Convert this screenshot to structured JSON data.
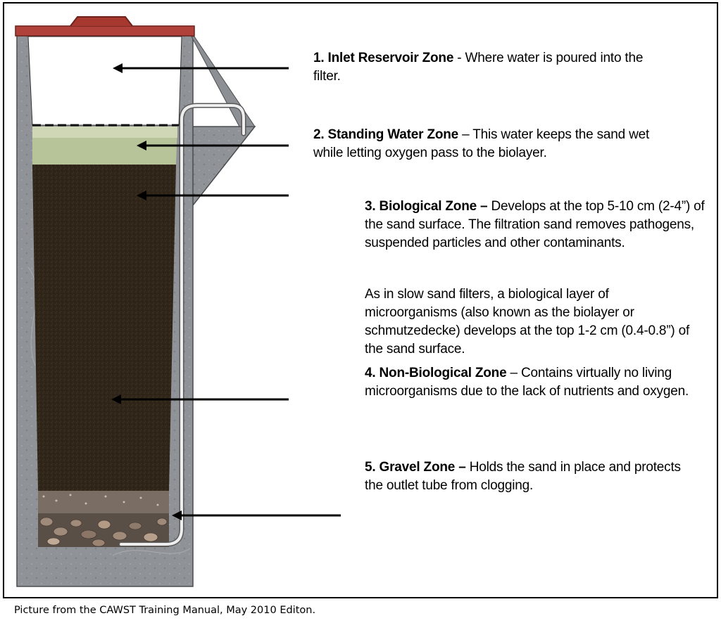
{
  "zones": [
    {
      "title": "1. Inlet Reservoir Zone",
      "separator": " - ",
      "desc": "Where water is poured into the filter."
    },
    {
      "title": "2. Standing Water Zone",
      "separator": " – ",
      "desc": "This water keeps the sand wet while letting oxygen pass to the biolayer."
    },
    {
      "title": "3. Biological Zone –",
      "separator": " ",
      "desc": "Develops at the top 5-10 cm (2-4”) of the sand surface. The filtration sand removes pathogens, suspended particles and other contaminants.",
      "extra": "As in slow sand filters, a biological layer of microorganisms (also known as the biolayer or schmutzedecke) develops at the top 1-2 cm (0.4-0.8”) of the sand surface."
    },
    {
      "title": "4. Non-Biological Zone",
      "separator": " – ",
      "desc": "Contains virtually no living microorganisms due to the lack of nutrients and oxygen."
    },
    {
      "title": "5. Gravel Zone –",
      "separator": " ",
      "desc": "Holds the sand in place and protects the outlet tube from clogging."
    }
  ],
  "caption": "Picture from the CAWST Training Manual, May 2010 Editon.",
  "colors": {
    "concrete": "#8f9296",
    "lid": "#b0413a",
    "standing_water": "#b7c49a",
    "sand": "#2f2519",
    "gravel": "#6e6259",
    "tube": "#e6e6e6"
  }
}
